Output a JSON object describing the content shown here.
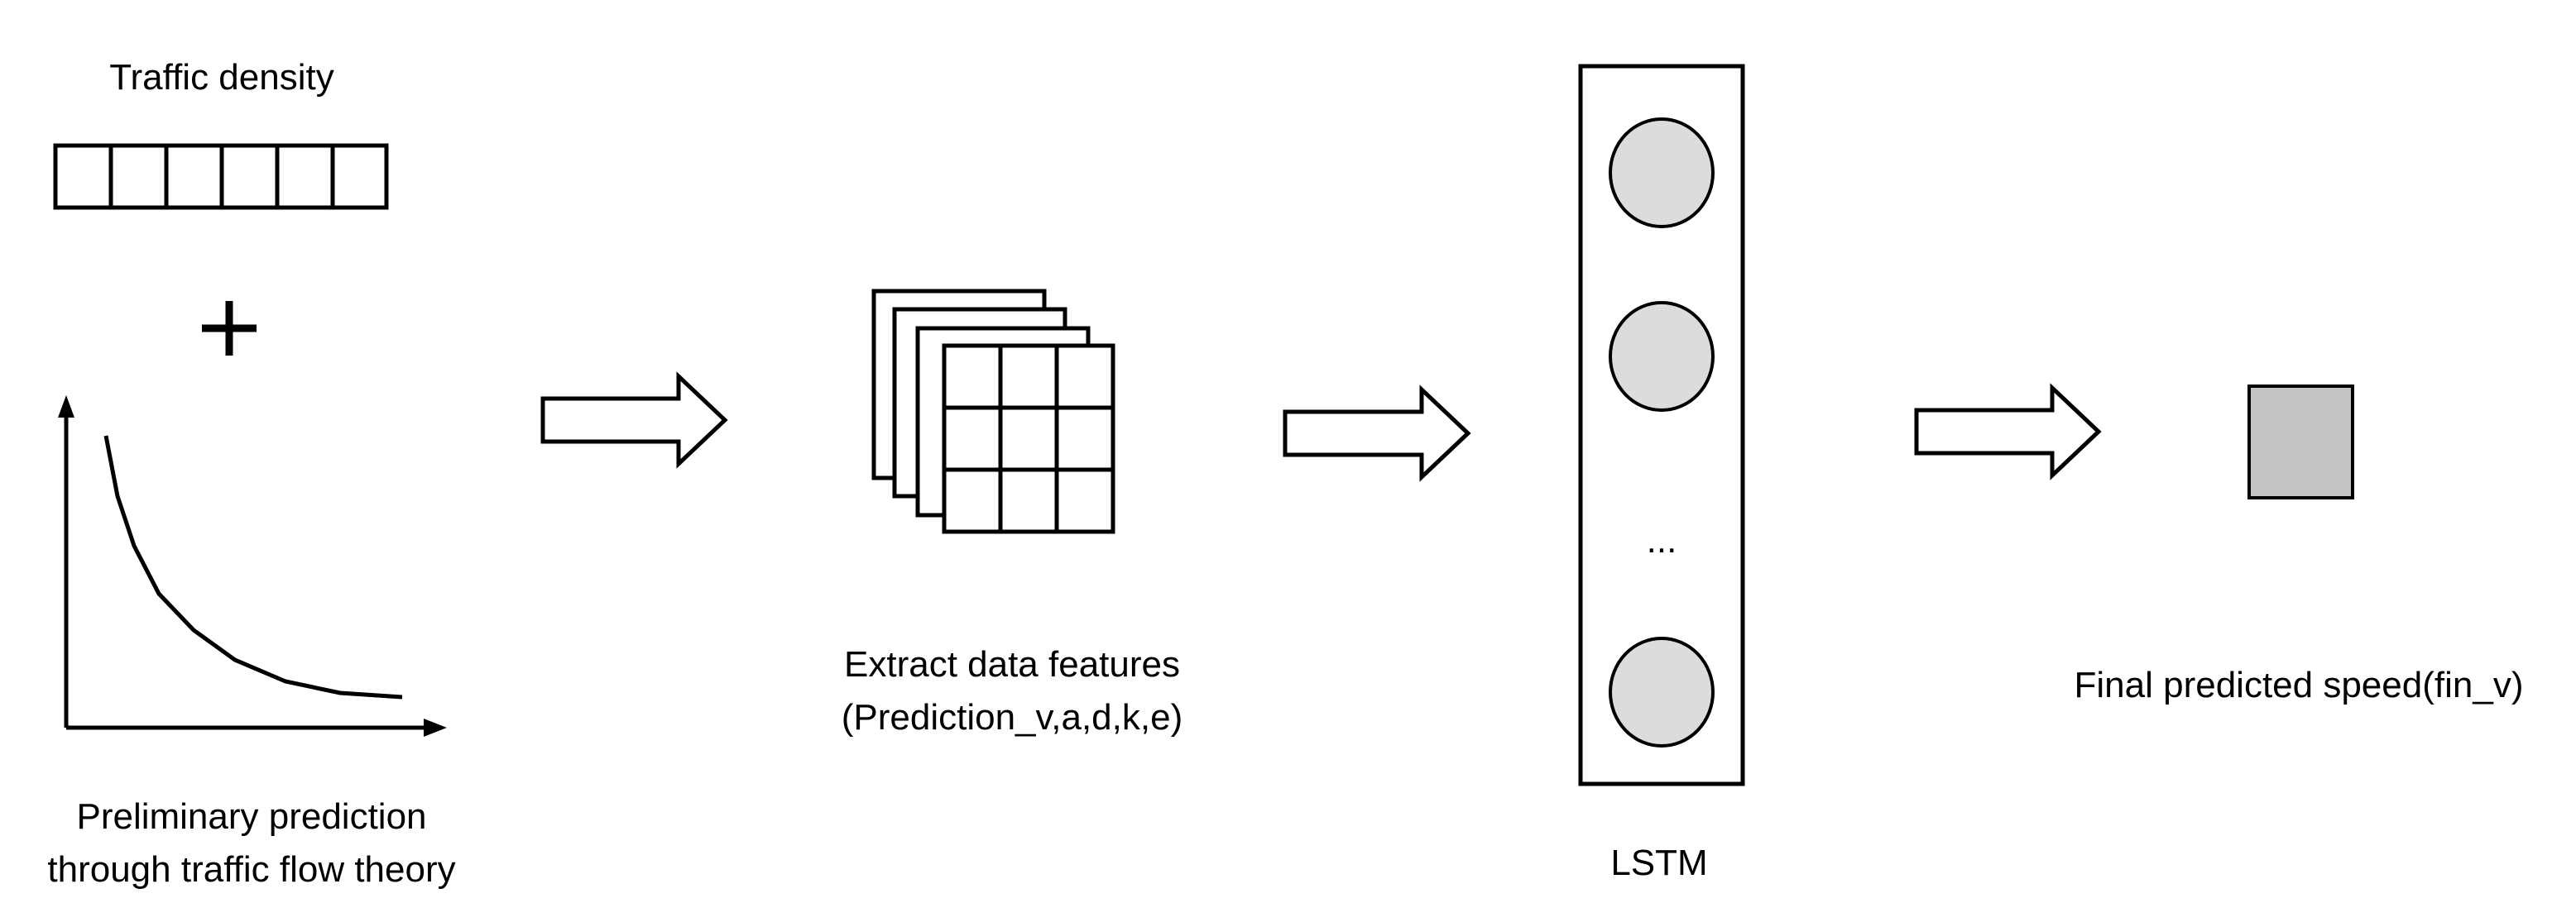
{
  "labels": {
    "traffic_density": "Traffic density",
    "plus": "+",
    "preliminary_line1": "Preliminary prediction",
    "preliminary_line2": "through traffic flow theory",
    "extract_line1": "Extract data features",
    "extract_line2": "(Prediction_v,a,d,k,e)",
    "lstm_ellipsis": "...",
    "lstm": "LSTM",
    "final": "Final predicted speed(fin_v)"
  },
  "colors": {
    "stroke": "#000000",
    "lstm_node_fill": "#dcdcdc",
    "output_fill": "#c4c4c4",
    "background": "#ffffff"
  }
}
